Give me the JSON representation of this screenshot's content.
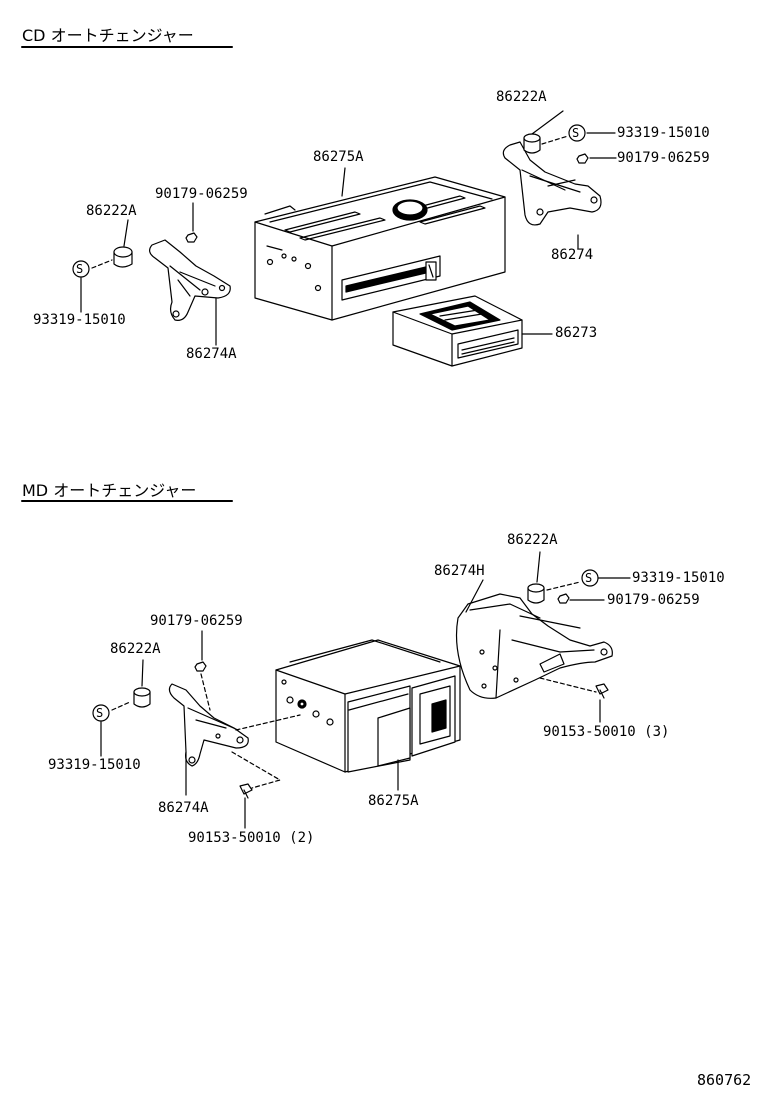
{
  "sections": [
    {
      "title": "CD オートチェンジャー",
      "parts": {
        "p1": "86222A",
        "p2": "93319-15010",
        "p3": "90179-06259",
        "p4": "86274",
        "p5": "86275A",
        "p6": "90179-06259",
        "p7": "86222A",
        "p8": "93319-15010",
        "p9": "86274A",
        "p10": "86273"
      }
    },
    {
      "title": "MD オートチェンジャー",
      "parts": {
        "p1": "86222A",
        "p2": "86274H",
        "p3": "93319-15010",
        "p4": "90179-06259",
        "p5": "90153-50010 (3)",
        "p6": "90179-06259",
        "p7": "86222A",
        "p8": "93319-15010",
        "p9": "86274A",
        "p10": "90153-50010 (2)",
        "p11": "86275A"
      }
    }
  ],
  "washer_symbol": "S",
  "diagram_id": "860762"
}
